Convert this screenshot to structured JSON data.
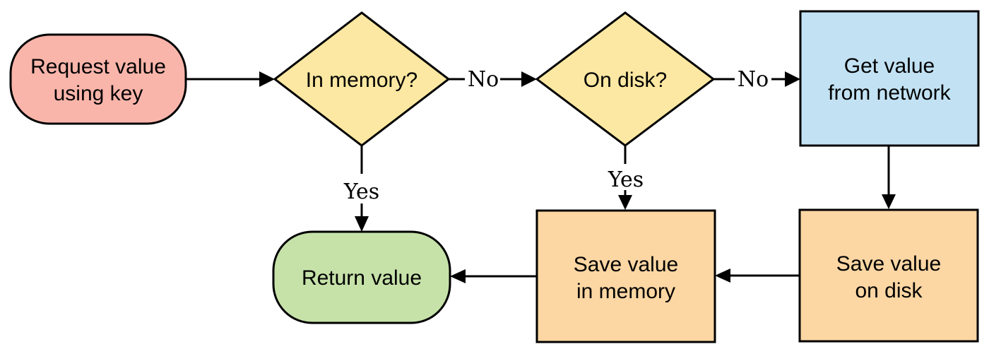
{
  "colors": {
    "pink": "#FAB5AB",
    "yellow": "#FCE8A2",
    "blue": "#C2E2F4",
    "orange": "#FCD6A3",
    "green": "#C6E2A9",
    "stroke": "#000000"
  },
  "nodes": {
    "request": {
      "line1": "Request value",
      "line2": "using key"
    },
    "in_memory": {
      "label": "In memory?"
    },
    "on_disk": {
      "label": "On disk?"
    },
    "get_network": {
      "line1": "Get value",
      "line2": "from network"
    },
    "save_disk": {
      "line1": "Save value",
      "line2": "on disk"
    },
    "save_memory": {
      "line1": "Save value",
      "line2": "in memory"
    },
    "return_value": {
      "label": "Return value"
    }
  },
  "edge_labels": {
    "no_after_in_memory": "No",
    "no_after_on_disk": "No",
    "yes_below_in_memory": "Yes",
    "yes_below_on_disk": "Yes"
  }
}
